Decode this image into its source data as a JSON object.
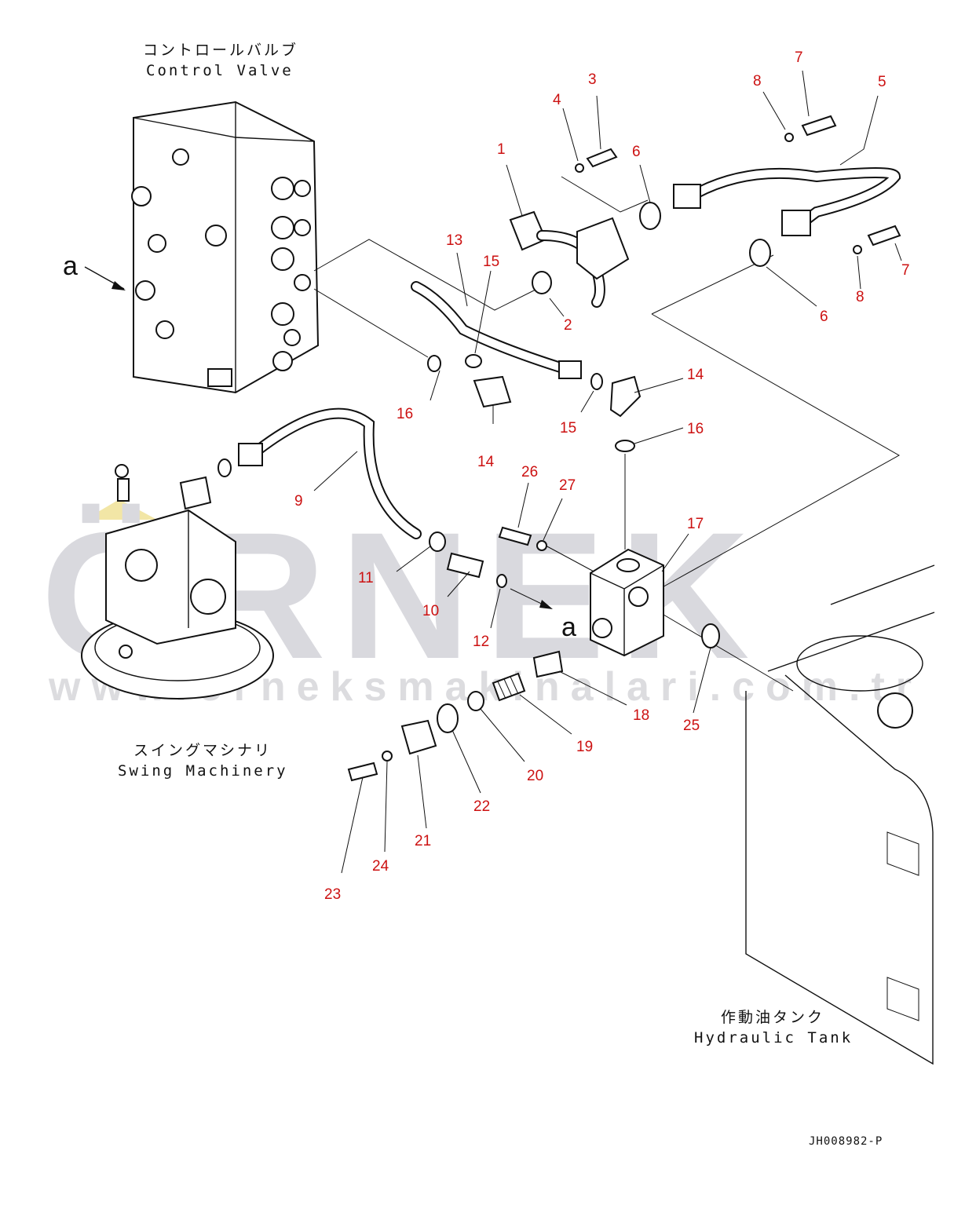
{
  "components": {
    "control_valve": {
      "jp": "コントロールバルブ",
      "en": "Control Valve"
    },
    "swing_machinery": {
      "jp": "スイングマシナリ",
      "en": "Swing Machinery"
    },
    "hydraulic_tank": {
      "jp": "作動油タンク",
      "en": "Hydraulic Tank"
    }
  },
  "view_arrow_letter": "a",
  "drawing_number": "JH008982-P",
  "watermark": {
    "brand": "ÖRNEK",
    "url": "www.orneksmakinalari.com.tr"
  },
  "callouts": [
    "1",
    "2",
    "3",
    "4",
    "5",
    "6",
    "6",
    "7",
    "7",
    "8",
    "8",
    "9",
    "10",
    "11",
    "12",
    "13",
    "14",
    "14",
    "15",
    "15",
    "16",
    "16",
    "17",
    "18",
    "19",
    "20",
    "21",
    "22",
    "23",
    "24",
    "25",
    "26",
    "27"
  ],
  "colors": {
    "callout": "#cc1111",
    "linework": "#111111",
    "watermark": "#d9d9de",
    "watermark_accent": "#f2e6a6"
  }
}
